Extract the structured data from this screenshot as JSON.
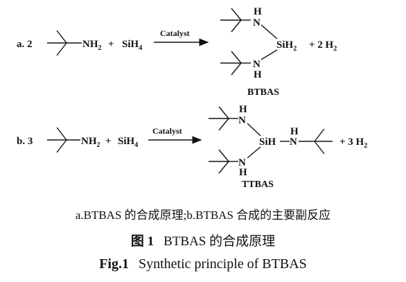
{
  "reaction_a": {
    "label": "a. 2",
    "amine": "NH",
    "amine_sub": "2",
    "plus": "+",
    "silane": "SiH",
    "silane_sub": "4",
    "catalyst": "Catalyst",
    "h_top": "H",
    "n_top": "N",
    "si": "SiH",
    "si_sub": "2",
    "byproduct": "+ 2 H",
    "byproduct_sub": "2",
    "n_bottom": "N",
    "h_bottom": "H",
    "product_name": "BTBAS"
  },
  "reaction_b": {
    "label": "b. 3",
    "amine": "NH",
    "amine_sub": "2",
    "plus": "+",
    "silane": "SiH",
    "silane_sub": "4",
    "catalyst": "Catalyst",
    "h_top": "H",
    "n_top": "N",
    "si": "SiH",
    "h_right": "H",
    "n_right": "N",
    "byproduct": "+ 3 H",
    "byproduct_sub": "2",
    "n_bottom": "N",
    "h_bottom": "H",
    "product_name": "TTBAS"
  },
  "captions": {
    "subcaption": "a.BTBAS 的合成原理;b.BTBAS 合成的主要副反应",
    "figure_label_cn": "图 1",
    "title_cn": "BTBAS 的合成原理",
    "figure_label_en": "Fig.1",
    "title_en": "Synthetic principle of BTBAS"
  }
}
